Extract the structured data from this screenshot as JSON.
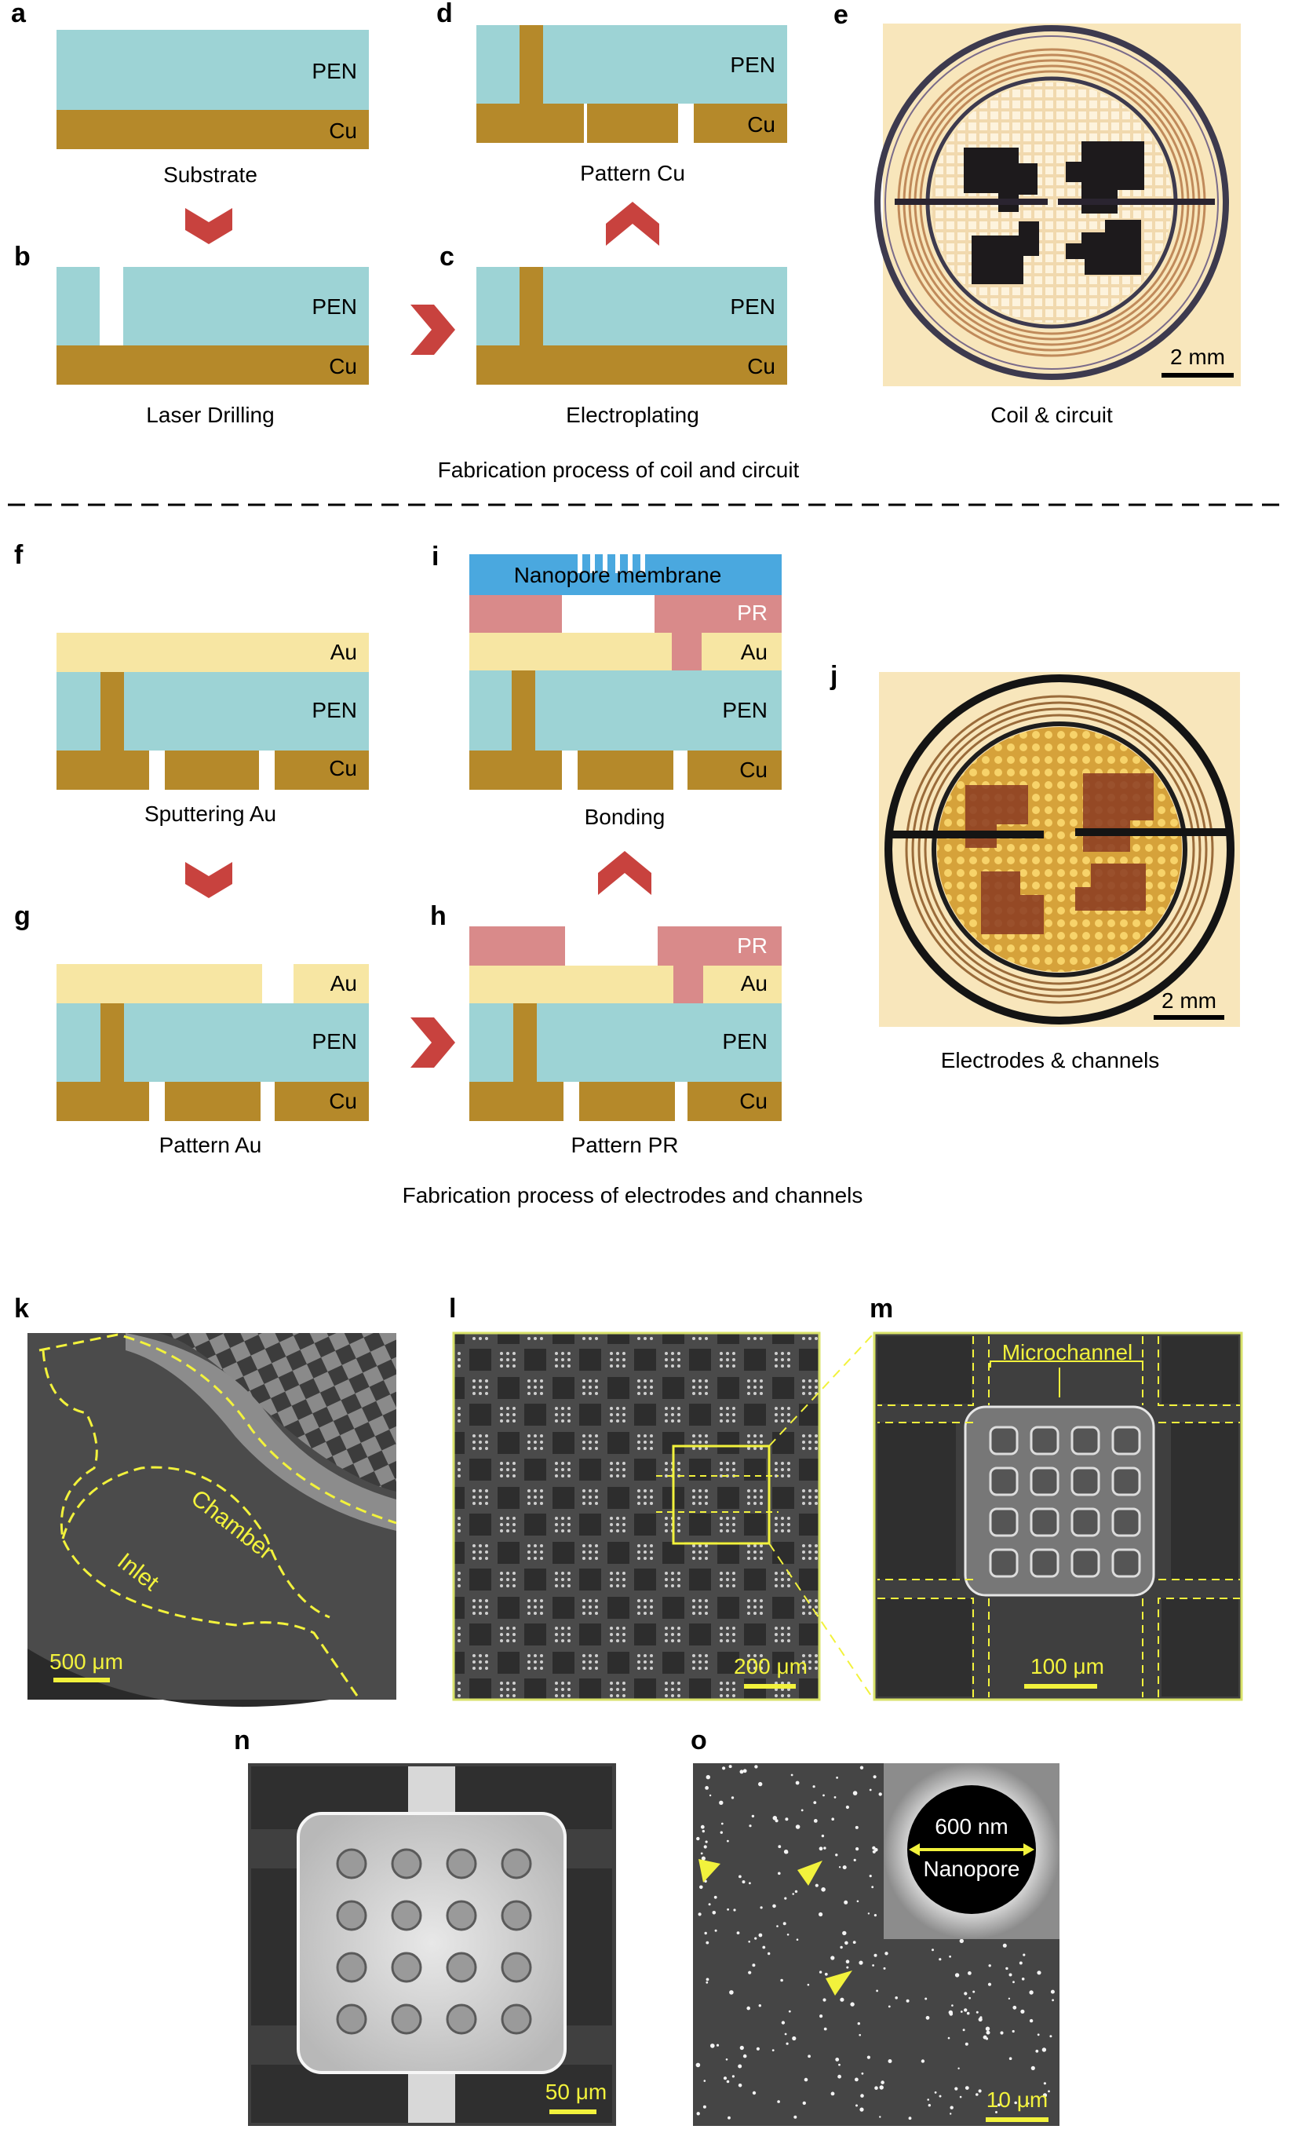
{
  "colors": {
    "pen": "#9dd3d5",
    "cu": "#b5892a",
    "au": "#f7e6a3",
    "pr": "#d98a8a",
    "membrane": "#4aa8df",
    "arrow": "#c8423e",
    "annotation": "#f2f23c"
  },
  "layers": {
    "pen": "PEN",
    "cu": "Cu",
    "au": "Au",
    "pr": "PR",
    "membrane": "Nanopore membrane"
  },
  "panels": {
    "a": {
      "letter": "a",
      "caption": "Substrate"
    },
    "b": {
      "letter": "b",
      "caption": "Laser Drilling"
    },
    "c": {
      "letter": "c",
      "caption": "Electroplating"
    },
    "d": {
      "letter": "d",
      "caption": "Pattern Cu"
    },
    "e": {
      "letter": "e",
      "caption": "Coil & circuit",
      "scale": "2 mm"
    },
    "f": {
      "letter": "f",
      "caption": "Sputtering Au"
    },
    "g": {
      "letter": "g",
      "caption": "Pattern Au"
    },
    "h": {
      "letter": "h",
      "caption": "Pattern PR"
    },
    "i": {
      "letter": "i",
      "caption": "Bonding"
    },
    "j": {
      "letter": "j",
      "caption": "Electrodes & channels",
      "scale": "2 mm"
    },
    "k": {
      "letter": "k",
      "scale": "500 μm",
      "chamber": "Chamber",
      "inlet": "Inlet"
    },
    "l": {
      "letter": "l",
      "scale": "200  μm"
    },
    "m": {
      "letter": "m",
      "scale": "100  μm",
      "microchannel": "Microchannel"
    },
    "n": {
      "letter": "n",
      "scale": "50 μm"
    },
    "o": {
      "letter": "o",
      "scale": "10 μm",
      "inset_size": "600 nm",
      "inset_label": "Nanopore"
    }
  },
  "section_titles": {
    "top": "Fabrication process of coil and circuit",
    "middle": "Fabrication process of electrodes and channels"
  }
}
